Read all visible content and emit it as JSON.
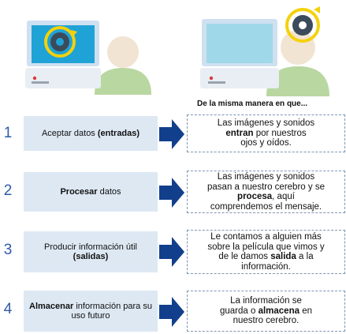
{
  "caption": "De la misma manera en que...",
  "colors": {
    "number": "#2f5aa8",
    "arrow": "#123f8c",
    "left_box": "#dde8f3",
    "right_border": "#7e95b0"
  },
  "icons": {
    "left": "computer-with-user-gear-icon",
    "right": "computer-with-user-gear-icon"
  },
  "steps": [
    {
      "number": "1",
      "left": {
        "pre": "Aceptar datos ",
        "bold": "(entradas)",
        "post": ""
      },
      "right": [
        "Las imágenes y sonidos",
        "entran por nuestros",
        "ojos y oídos."
      ]
    },
    {
      "number": "2",
      "left": {
        "pre": "",
        "bold": "Procesar",
        "post": " datos"
      },
      "right": [
        "Las imágenes y sonidos",
        "pasan a nuestro cerebro y se",
        "procesa, aquí",
        "comprendemos el mensaje."
      ]
    },
    {
      "number": "3",
      "left": {
        "pre": "Producir información útil",
        "bold": "(salidas)",
        "post": ""
      },
      "right": [
        "Le contamos a alguien más",
        "sobre la película que vimos y",
        "de le damos salida a la",
        "información."
      ]
    },
    {
      "number": "4",
      "left": {
        "pre": "",
        "bold": "Almacenar",
        "post": " información para su uso futuro"
      },
      "right": [
        "La información se",
        "guarda o almacena en",
        "nuestro cerebro."
      ]
    }
  ]
}
